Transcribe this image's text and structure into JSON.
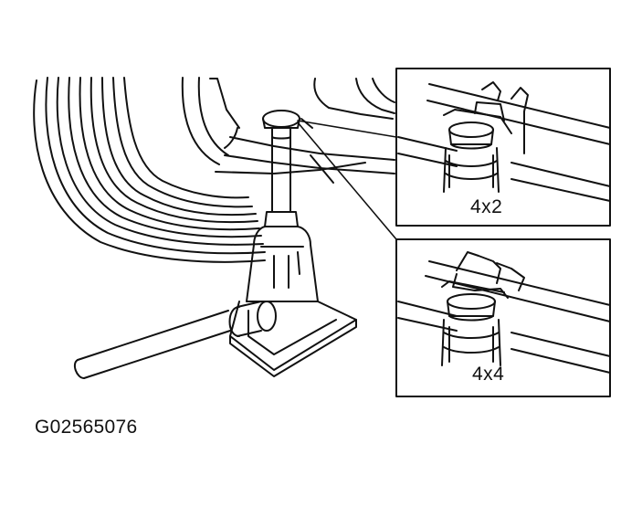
{
  "figure": {
    "inset_top": {
      "caption": "4x2"
    },
    "inset_bottom": {
      "caption": "4x4"
    },
    "figure_id": "G02565076"
  },
  "colors": {
    "ink": "#111111",
    "paper": "#ffffff"
  },
  "icons": {
    "jack": "floor-jack-illustration",
    "wheel": "tire-illustration"
  }
}
